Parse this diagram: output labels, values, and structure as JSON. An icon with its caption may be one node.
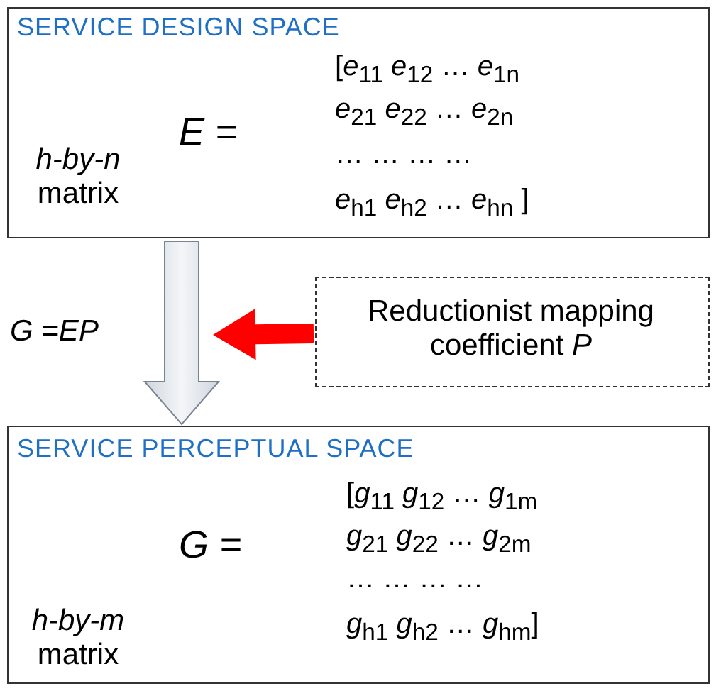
{
  "diagram": {
    "nodes": [
      {
        "text": [
          "SERVICE DESIGN SPACE",
          "*h-by-n* matrix",
          "E =",
          "[*e*$_{11}$ *e*$_{12}$ … *e*$_{1n}$",
          "*e*$_{21}$ *e*$_{22}$ … *e*$_{2n}$",
          "… … … …",
          "*e*$_{h1}$ *e*$_{h2}$ … *e*$_{hn}$ ]"
        ]
      },
      {
        "text": [
          "G =EP"
        ]
      },
      {
        "text": [
          "Reductionist mapping coefficient *P*"
        ]
      },
      {
        "text": [
          "SERVICE PERCEPTUAL SPACE",
          "*h-by-m* matrix",
          "G =",
          "[*g*$_{11}$ *g*$_{12}$ … *g*$_{1m}$",
          "*g*$_{21}$ *g*$_{22}$ … *g*$_{2m}$",
          "… … … …",
          "*g*$_{h1}$ *g*$_{h2}$ … *g*$_{hm}$]"
        ]
      }
    ],
    "edges": [
      {
        "from": 0,
        "to": 3,
        "arrow": "to"
      },
      {
        "from": 2,
        "to": null,
        "arrow": "to",
        "style": "thick",
        "color": "#ff0000"
      }
    ]
  }
}
